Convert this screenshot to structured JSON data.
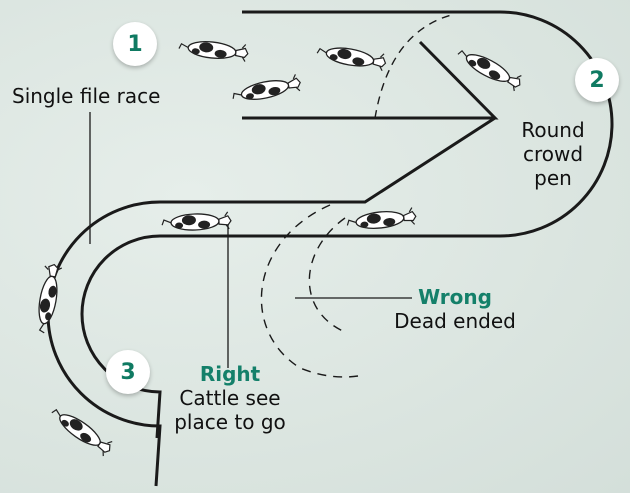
{
  "labels": {
    "race": "Single file race",
    "crowd_pen": [
      "Round",
      "crowd",
      "pen"
    ],
    "right_title": "Right",
    "right_desc": [
      "Cattle see",
      "place to go"
    ],
    "wrong_title": "Wrong",
    "wrong_desc": "Dead ended"
  },
  "badges": [
    "1",
    "2",
    "3"
  ],
  "colors": {
    "accent": "#14806a",
    "track": "#222222",
    "background": "#dde7e2"
  }
}
